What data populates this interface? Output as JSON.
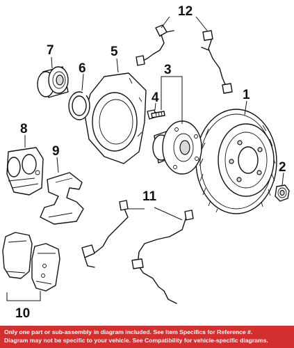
{
  "callouts": {
    "c1": "1",
    "c2": "2",
    "c3": "3",
    "c4": "4",
    "c5": "5",
    "c6": "6",
    "c7": "7",
    "c8": "8",
    "c9": "9",
    "c10": "10",
    "c11": "11",
    "c12": "12"
  },
  "disclaimer": {
    "line1": "Only one part or sub-assembly in diagram included. See Item Specifics for Reference #.",
    "line2": "Diagram may not be specific to your vehicle. See Compatibility for vehicle-specific diagrams."
  },
  "colors": {
    "footer_background": "#d32f2f",
    "footer_text": "#ffffff",
    "line_art": "#111111"
  }
}
